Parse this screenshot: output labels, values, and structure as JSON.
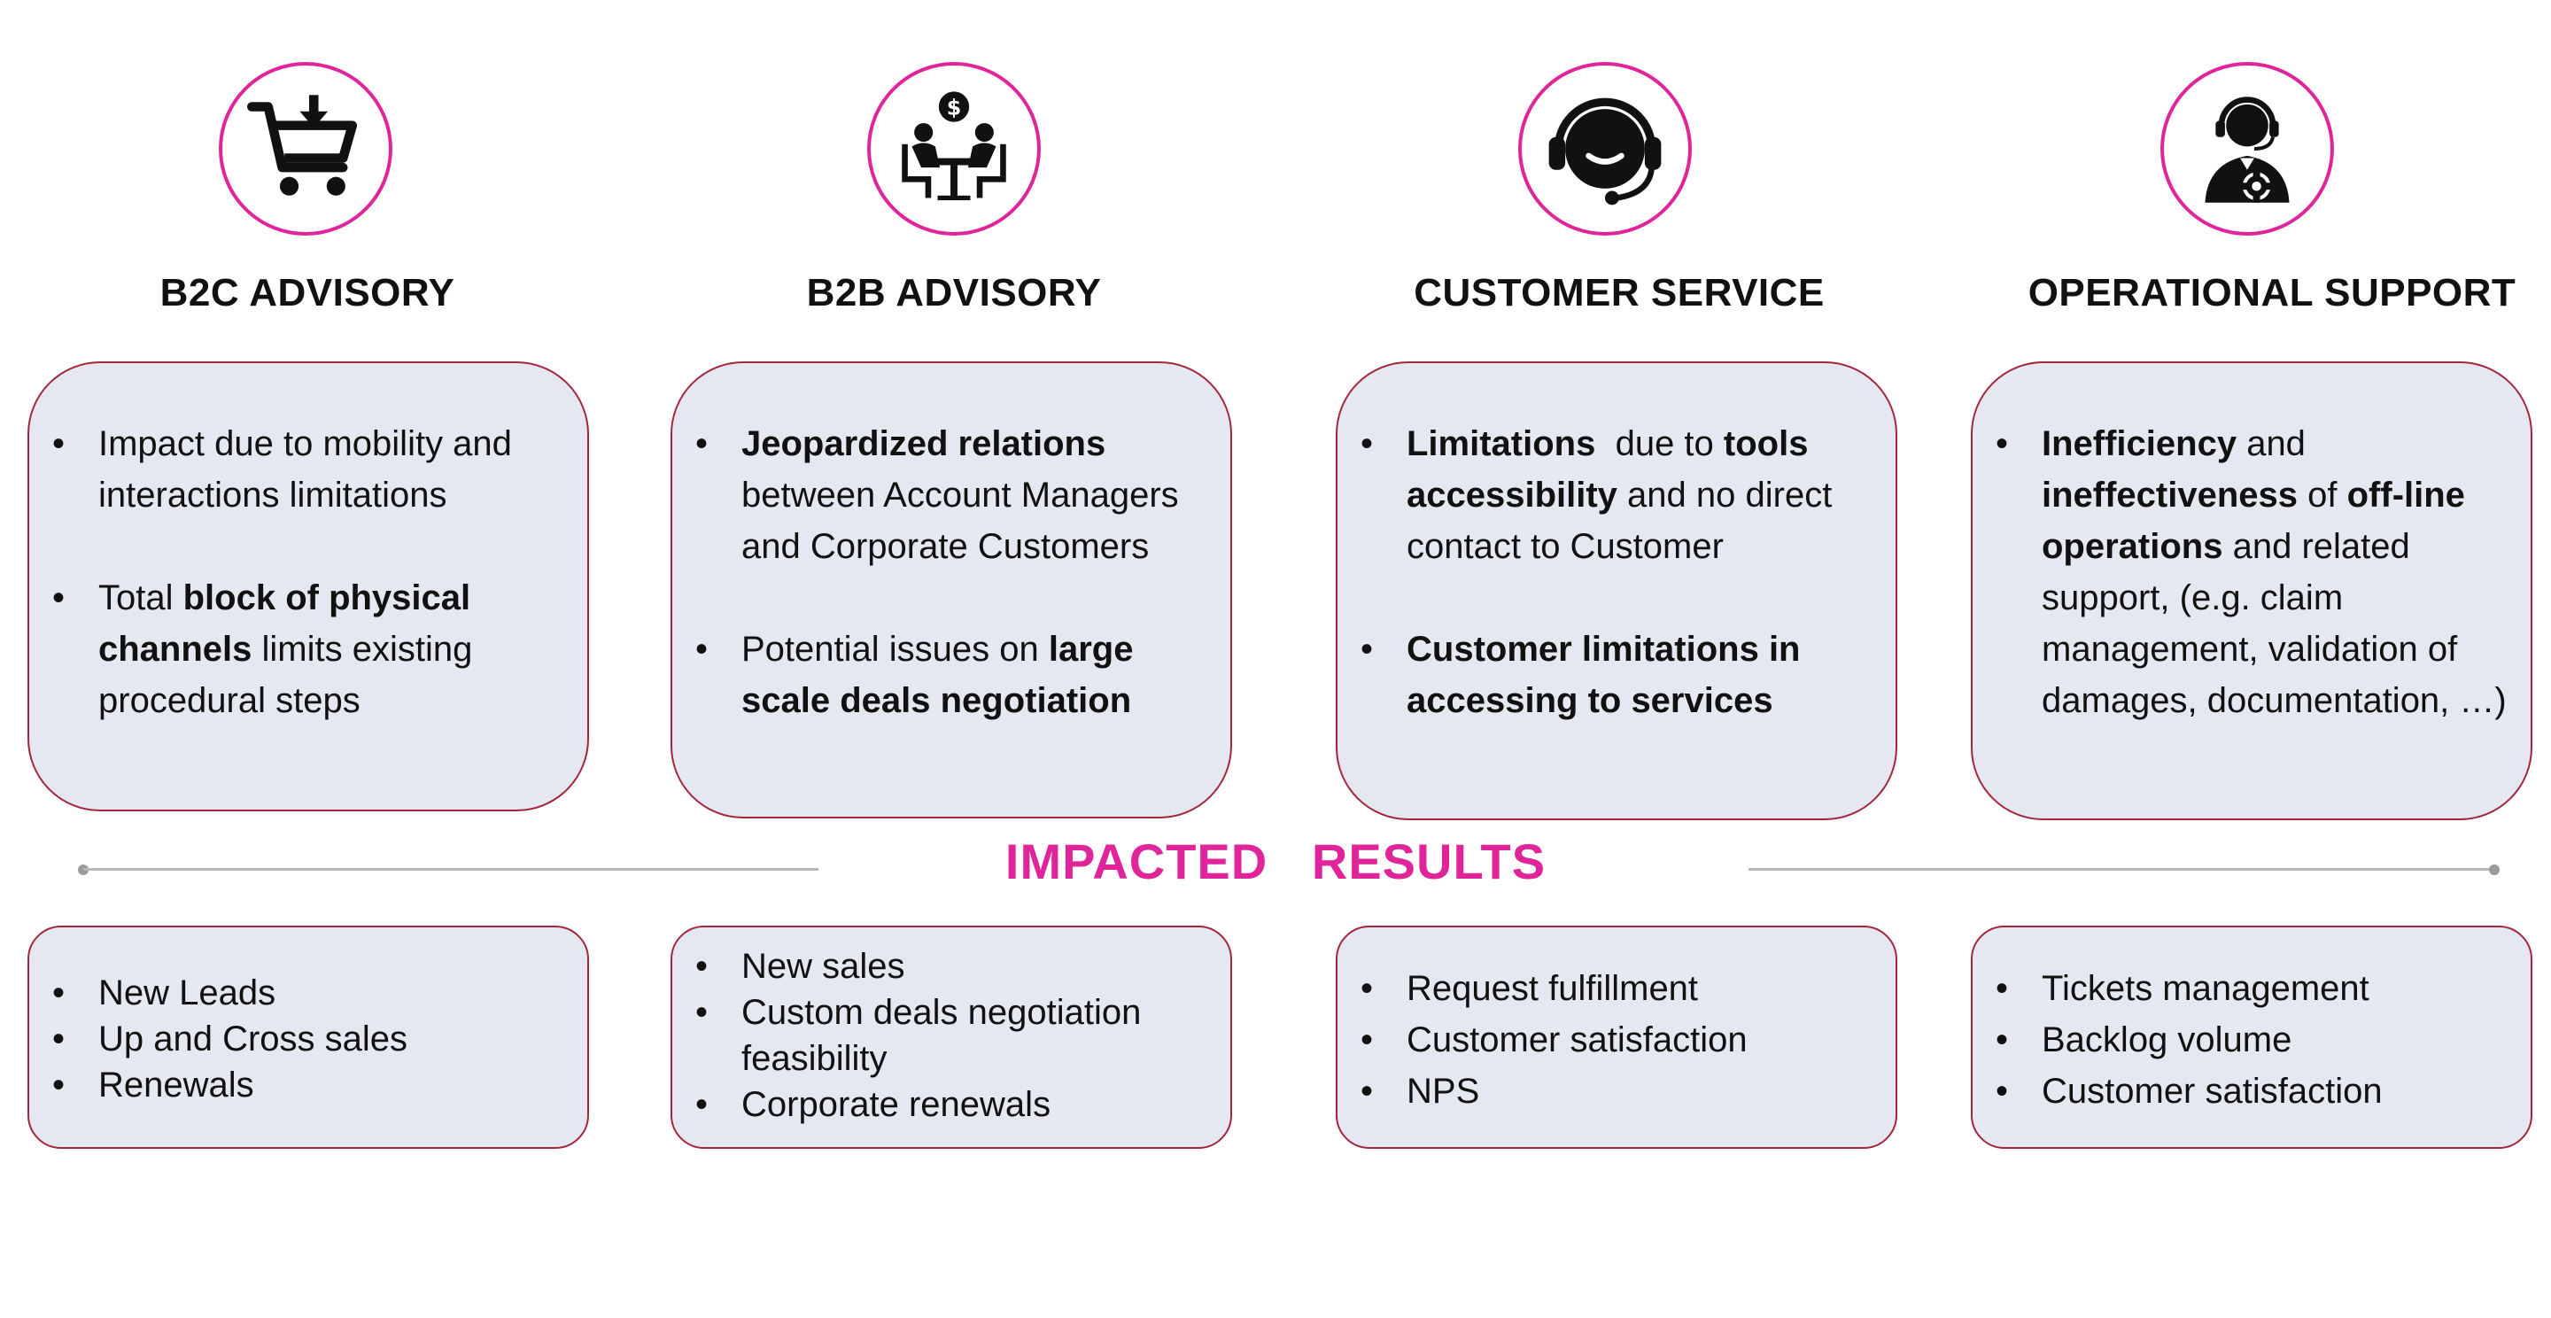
{
  "colors": {
    "accent": "#e0259a",
    "box_fill": "#e6e8f1",
    "box_border": "#a3273c"
  },
  "results_title": "IMPACTED   RESULTS",
  "columns": [
    {
      "icon": "shopping-cart-icon",
      "heading": "B2C ADVISORY",
      "impacts": [
        [
          "Impact due to mobility and interactions limitations"
        ],
        [
          "Total ",
          {
            "b": "block of physical channels"
          },
          " limits existing procedural steps"
        ]
      ],
      "results": [
        "New Leads",
        "Up and Cross sales",
        "Renewals"
      ]
    },
    {
      "icon": "business-meeting-icon",
      "heading": "B2B ADVISORY",
      "impacts": [
        [
          {
            "b": "Jeopardized relations"
          },
          " between Account Managers and Corporate Customers"
        ],
        [
          "Potential issues on ",
          {
            "b": "large scale deals negotiation"
          }
        ]
      ],
      "results": [
        "New sales",
        "Custom deals negotiation feasibility",
        "Corporate renewals"
      ]
    },
    {
      "icon": "headset-face-icon",
      "heading": "CUSTOMER SERVICE",
      "impacts": [
        [
          {
            "b": "Limitations"
          },
          "  due to ",
          {
            "b": "tools accessibility"
          },
          " and no direct contact to Customer"
        ],
        [
          {
            "b": "Customer limitations in accessing to services"
          }
        ]
      ],
      "results": [
        "Request fulfillment",
        "Customer satisfaction",
        "NPS"
      ]
    },
    {
      "icon": "support-agent-gear-icon",
      "heading": "OPERATIONAL SUPPORT",
      "impacts": [
        [
          {
            "b": "Inefficiency"
          },
          " and ",
          {
            "b": "ineffectiveness"
          },
          " of ",
          {
            "b": "off-line operations"
          },
          " and related support, (e.g. claim management, validation of damages, documentation, …)"
        ]
      ],
      "results": [
        "Tickets management",
        "Backlog volume",
        "Customer satisfaction"
      ]
    }
  ]
}
